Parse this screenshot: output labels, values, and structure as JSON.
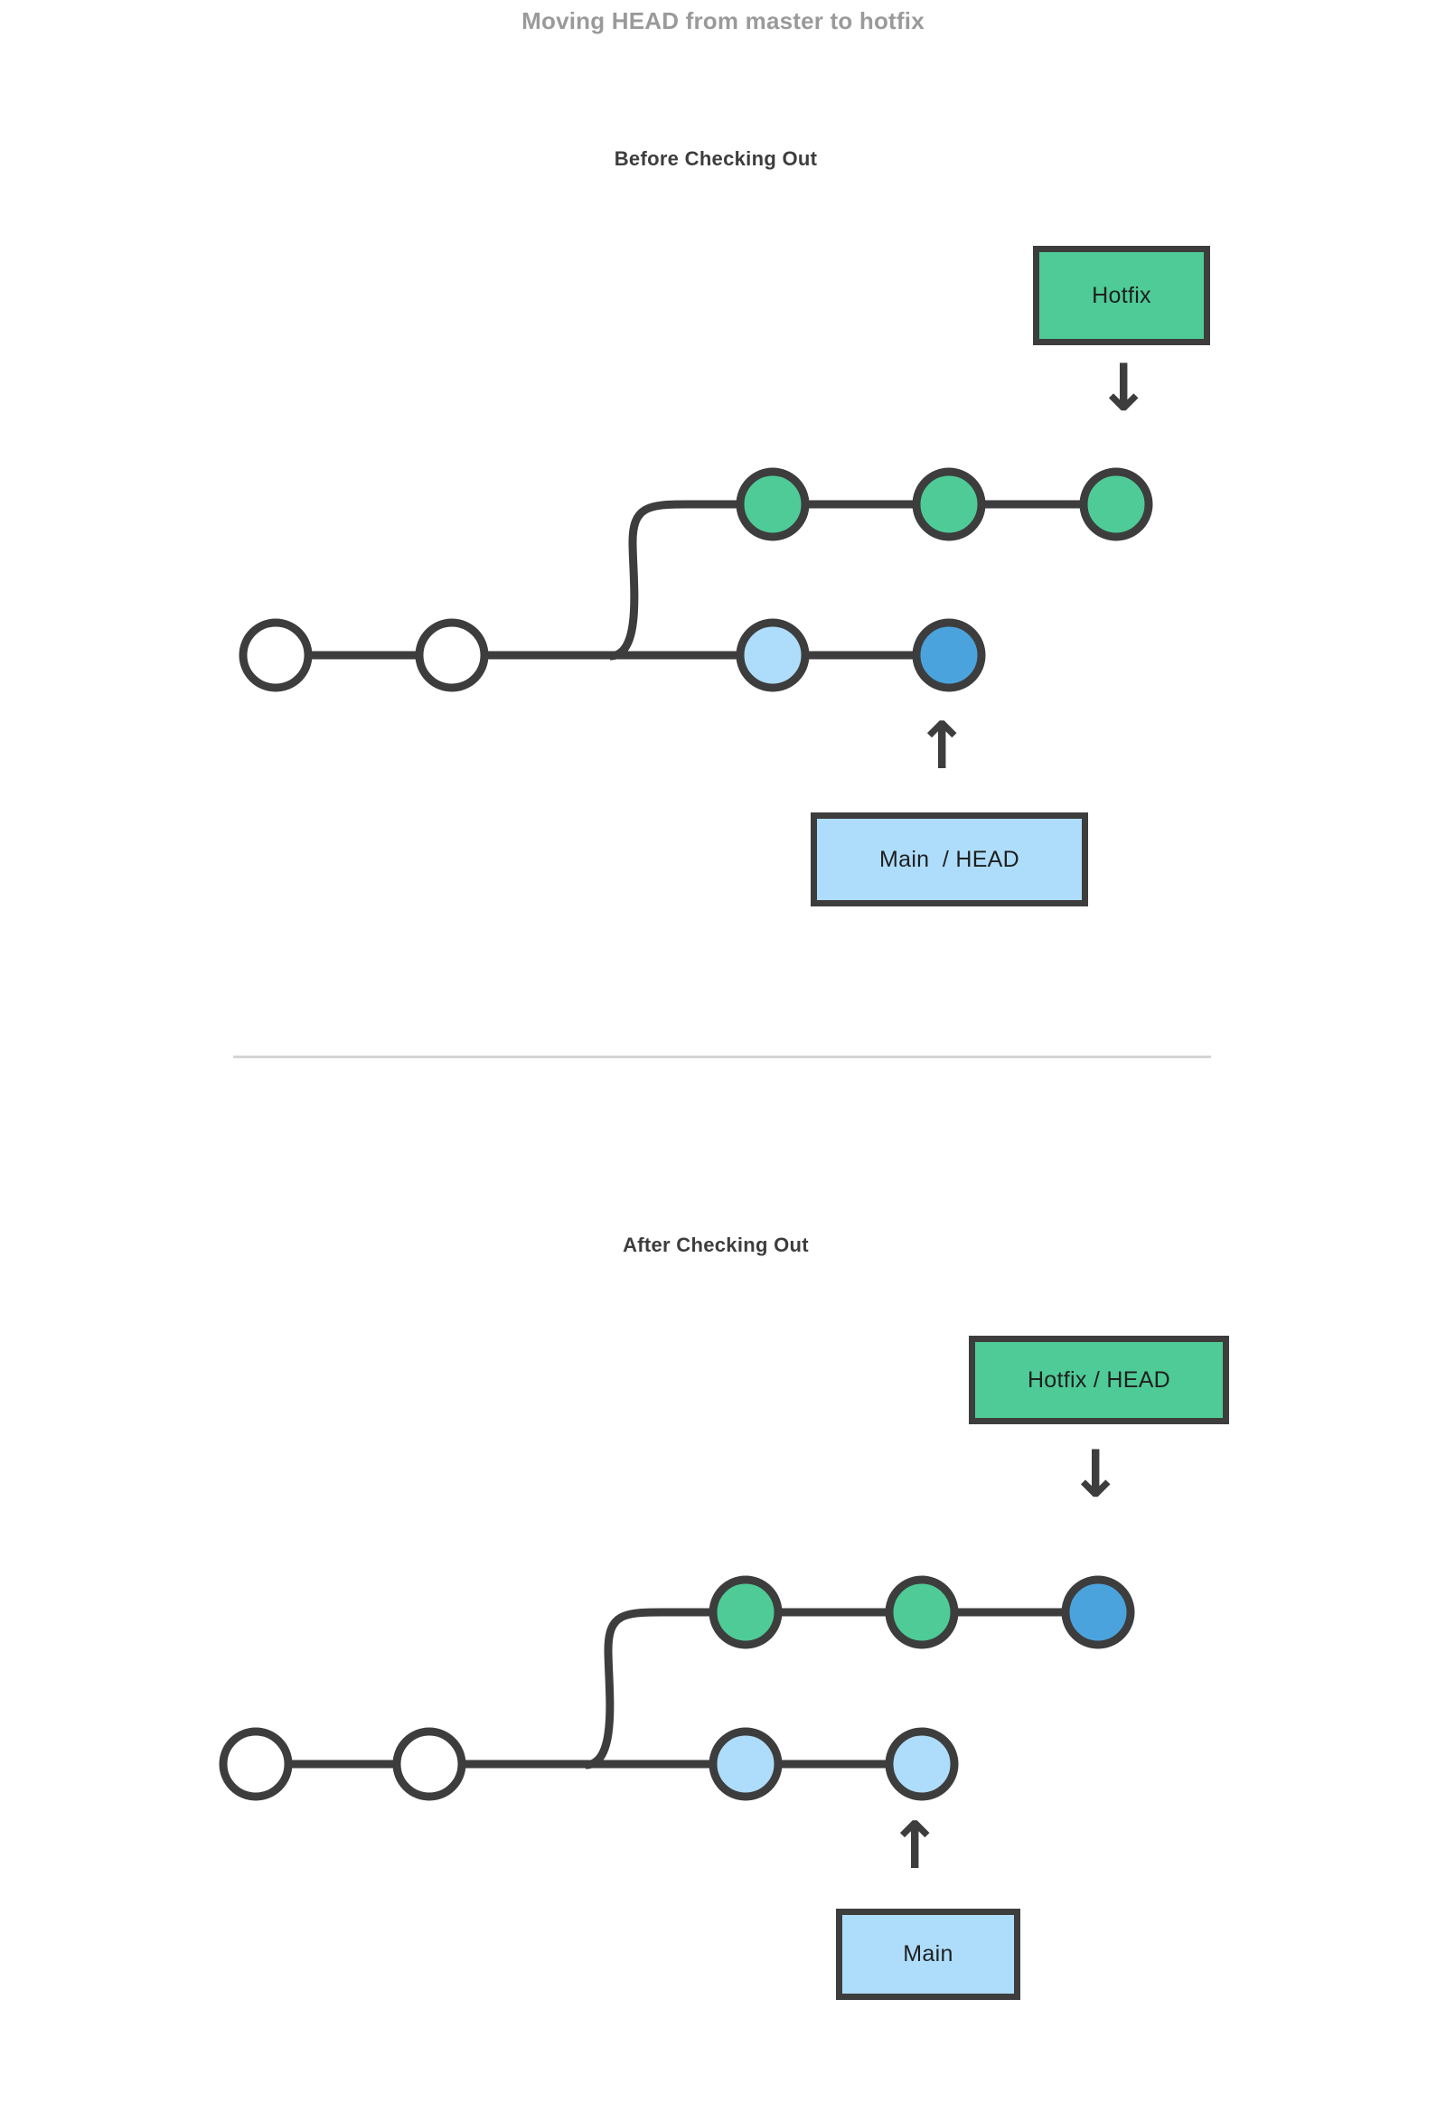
{
  "page": {
    "title": "Moving HEAD from master to hotfix",
    "title_color": "#9a9a9a",
    "background": "#ffffff"
  },
  "colors": {
    "green": "#4ECB96",
    "light_blue": "#AEDDFB",
    "dark_blue": "#4BA3DD",
    "white": "#ffffff",
    "stroke": "#3d3d3d",
    "divider": "#d4d4d4"
  },
  "sections": [
    {
      "id": "before",
      "heading": "Before Checking Out",
      "branch_box": {
        "label": "Hotfix",
        "fill": "#4ECB96"
      },
      "branch_arrow": {
        "icon": "arrow-down-icon",
        "glyph": "↓"
      },
      "head_box": {
        "label": "Main  / HEAD",
        "fill": "#AEDDFB"
      },
      "head_arrow": {
        "icon": "arrow-up-icon",
        "glyph": "↑"
      },
      "nodes": {
        "main_line": [
          "white",
          "white",
          "light_blue",
          "dark_blue"
        ],
        "hotfix_line": [
          "green",
          "green",
          "green"
        ]
      }
    },
    {
      "id": "after",
      "heading": "After Checking Out",
      "branch_box": {
        "label": "Hotfix / HEAD",
        "fill": "#4ECB96"
      },
      "branch_arrow": {
        "icon": "arrow-down-icon",
        "glyph": "↓"
      },
      "head_box": {
        "label": "Main",
        "fill": "#AEDDFB"
      },
      "head_arrow": {
        "icon": "arrow-up-icon",
        "glyph": "↑"
      },
      "nodes": {
        "main_line": [
          "white",
          "white",
          "light_blue",
          "light_blue"
        ],
        "hotfix_line": [
          "green",
          "green",
          "dark_blue"
        ]
      }
    }
  ]
}
